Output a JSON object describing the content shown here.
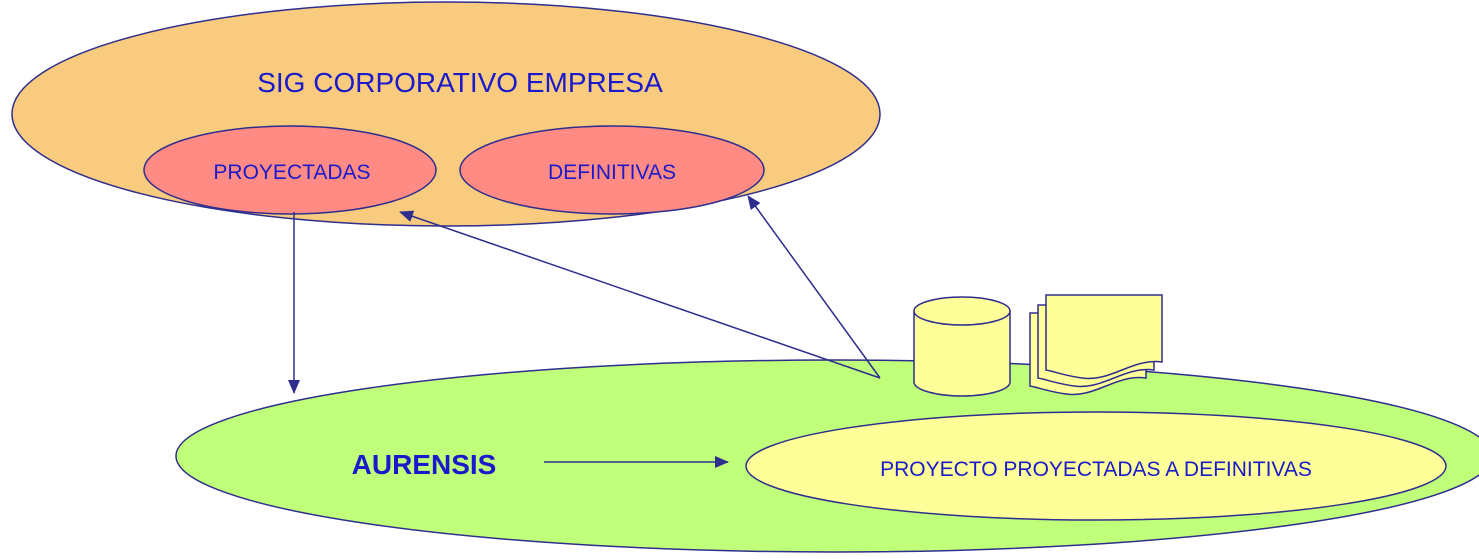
{
  "diagram": {
    "corporate": {
      "label": "SIG CORPORATIVO EMPRESA",
      "fill": "#F8CB7E"
    },
    "proyectadas": {
      "label": "PROYECTADAS",
      "fill": "#FF8B84"
    },
    "definitivas": {
      "label": "DEFINITIVAS",
      "fill": "#FF8B84"
    },
    "aurensis": {
      "label": "AURENSIS",
      "fill": "#BFFF7A"
    },
    "proyecto": {
      "label": "PROYECTO PROYECTADAS A DEFINITIVAS",
      "fill": "#FFFF99"
    },
    "database": {
      "icon": "database-icon",
      "fill": "#FFFF99"
    },
    "documents": {
      "icon": "documents-icon",
      "fill": "#FFFF99"
    },
    "colors": {
      "stroke": "#2E2E8E",
      "text": "#1A1ACC"
    }
  }
}
